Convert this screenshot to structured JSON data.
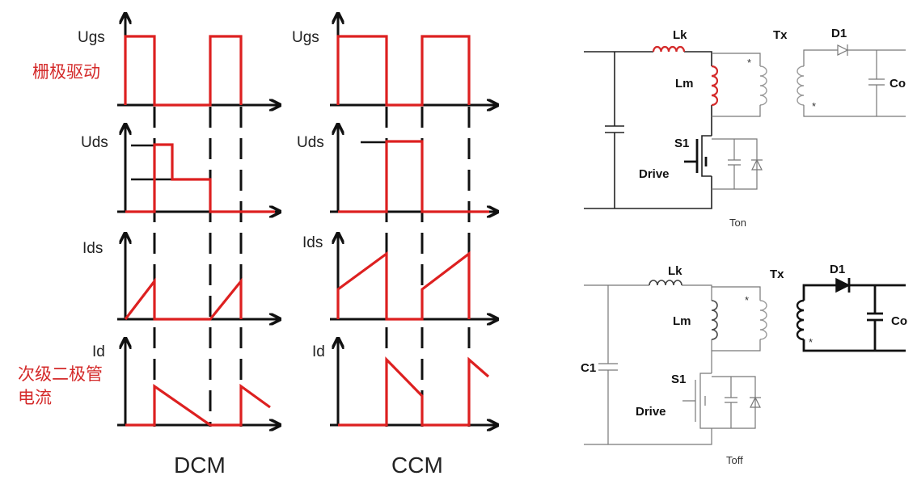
{
  "waveforms": {
    "rows": [
      "Ugs",
      "Uds",
      "Ids",
      "Id"
    ],
    "row_labels_cn": {
      "gate_drive": "栅极驱动",
      "secondary_diode_current_line1": "次级二极管",
      "secondary_diode_current_line2": "电流"
    },
    "modes": [
      "DCM",
      "CCM"
    ]
  },
  "circuits": [
    {
      "caption": "Ton",
      "labels": {
        "lk": "Lk",
        "lm": "Lm",
        "tx": "Tx",
        "d1": "D1",
        "co": "Co",
        "s1": "S1",
        "drive": "Drive"
      }
    },
    {
      "caption": "Toff",
      "labels": {
        "lk": "Lk",
        "lm": "Lm",
        "tx": "Tx",
        "d1": "D1",
        "co": "Co",
        "s1": "S1",
        "drive": "Drive",
        "c1": "C1"
      }
    }
  ],
  "colors": {
    "highlight": "#dd2020",
    "axis": "#111111",
    "inactive_wire": "#777777"
  }
}
